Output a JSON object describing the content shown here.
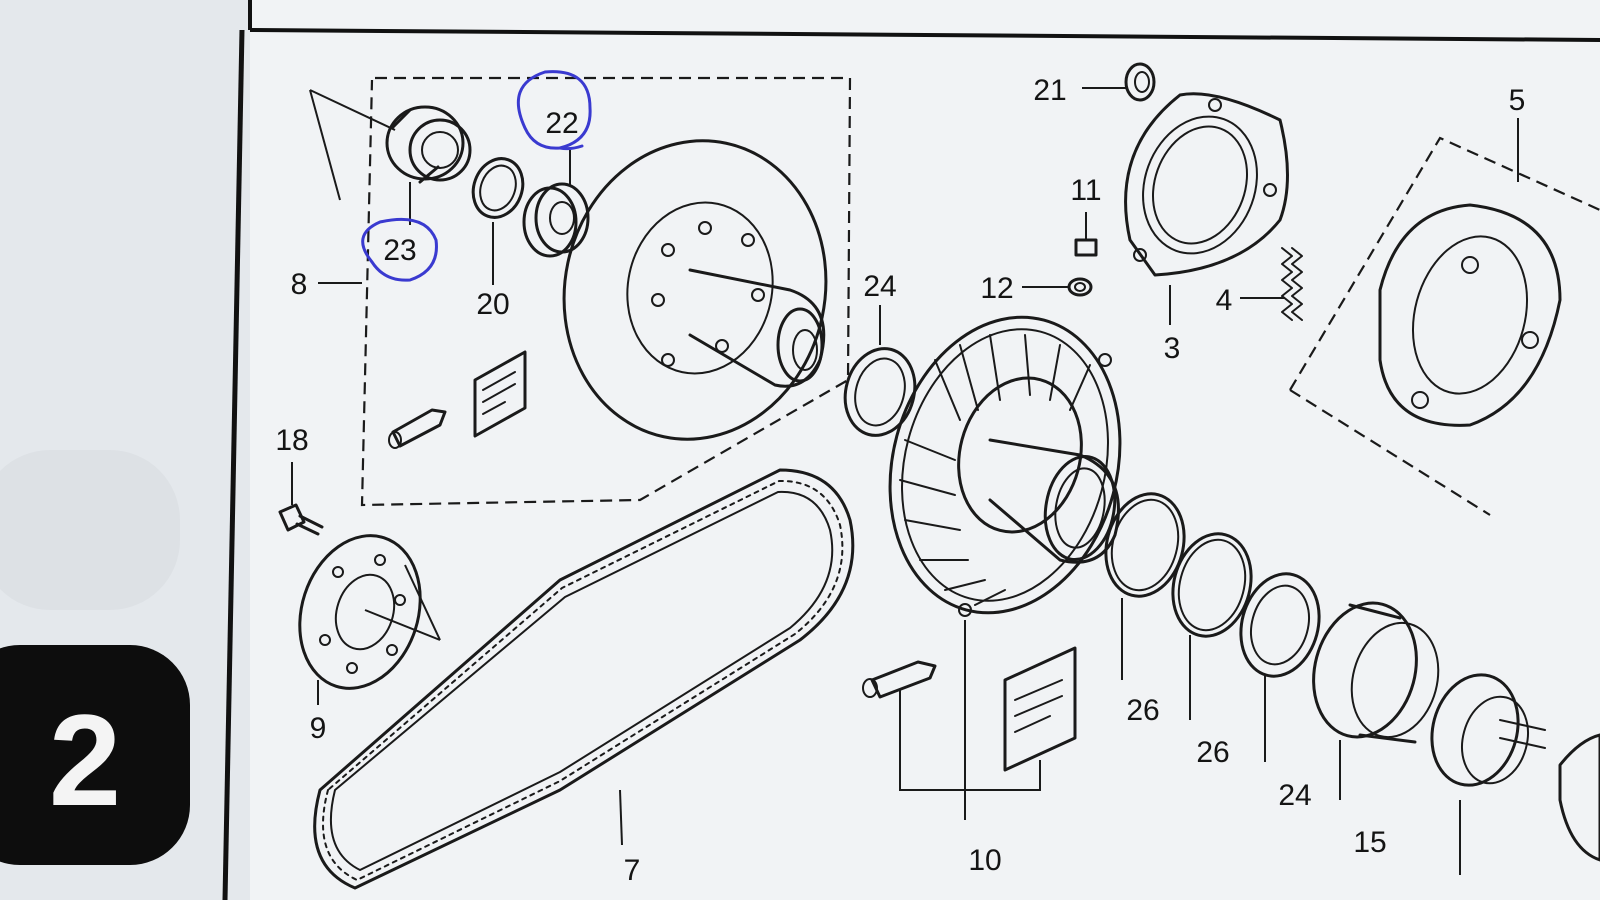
{
  "section_tab": "2",
  "callouts": {
    "c21": "21",
    "c5": "5",
    "c22": "22",
    "c11": "11",
    "c23": "23",
    "c24a": "24",
    "c12": "12",
    "c3": "3",
    "c4": "4",
    "c8": "8",
    "c20": "20",
    "c18": "18",
    "c9": "9",
    "c7": "7",
    "c10": "10",
    "c26a": "26",
    "c26b": "26",
    "c24b": "24",
    "c15": "15"
  },
  "colors": {
    "ink": "#1a1a1a",
    "paper": "#f1f3f5",
    "pen_circle": "#3a3ad0",
    "tab": "#0d0d0d"
  }
}
